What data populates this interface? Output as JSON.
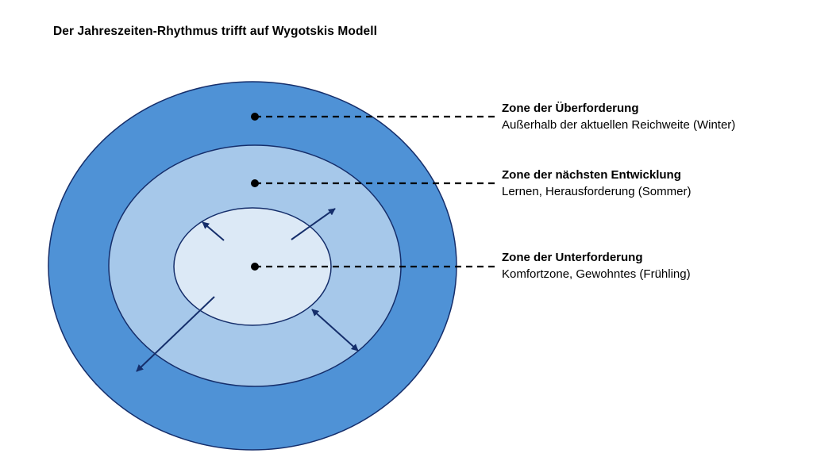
{
  "title": "Der Jahreszeiten-Rhythmus trifft auf Wygotskis Modell",
  "colors": {
    "outer_fill": "#4f92d6",
    "middle_fill": "#a6c8ea",
    "inner_fill": "#dce9f6",
    "stroke": "#152e6b",
    "arrow": "#152e6b",
    "leader": "#000000"
  },
  "zones": [
    {
      "id": "ueberforderung",
      "heading": "Zone der Überforderung",
      "description": "Außerhalb der aktuellen Reichweite (Winter)",
      "season": "Winter"
    },
    {
      "id": "naechste-entwicklung",
      "heading": "Zone der nächsten Entwicklung",
      "description": "Lernen, Herausforderung (Sommer)",
      "season": "Sommer"
    },
    {
      "id": "unterforderung",
      "heading": "Zone der Unterforderung",
      "description": "Komfortzone, Gewohntes (Frühling)",
      "season": "Frühling"
    }
  ],
  "arrows": [
    {
      "name": "arrow-up-left",
      "heads": "end"
    },
    {
      "name": "arrow-up-right",
      "heads": "end"
    },
    {
      "name": "arrow-down-left",
      "heads": "end"
    },
    {
      "name": "arrow-down-right-double",
      "heads": "both"
    }
  ]
}
